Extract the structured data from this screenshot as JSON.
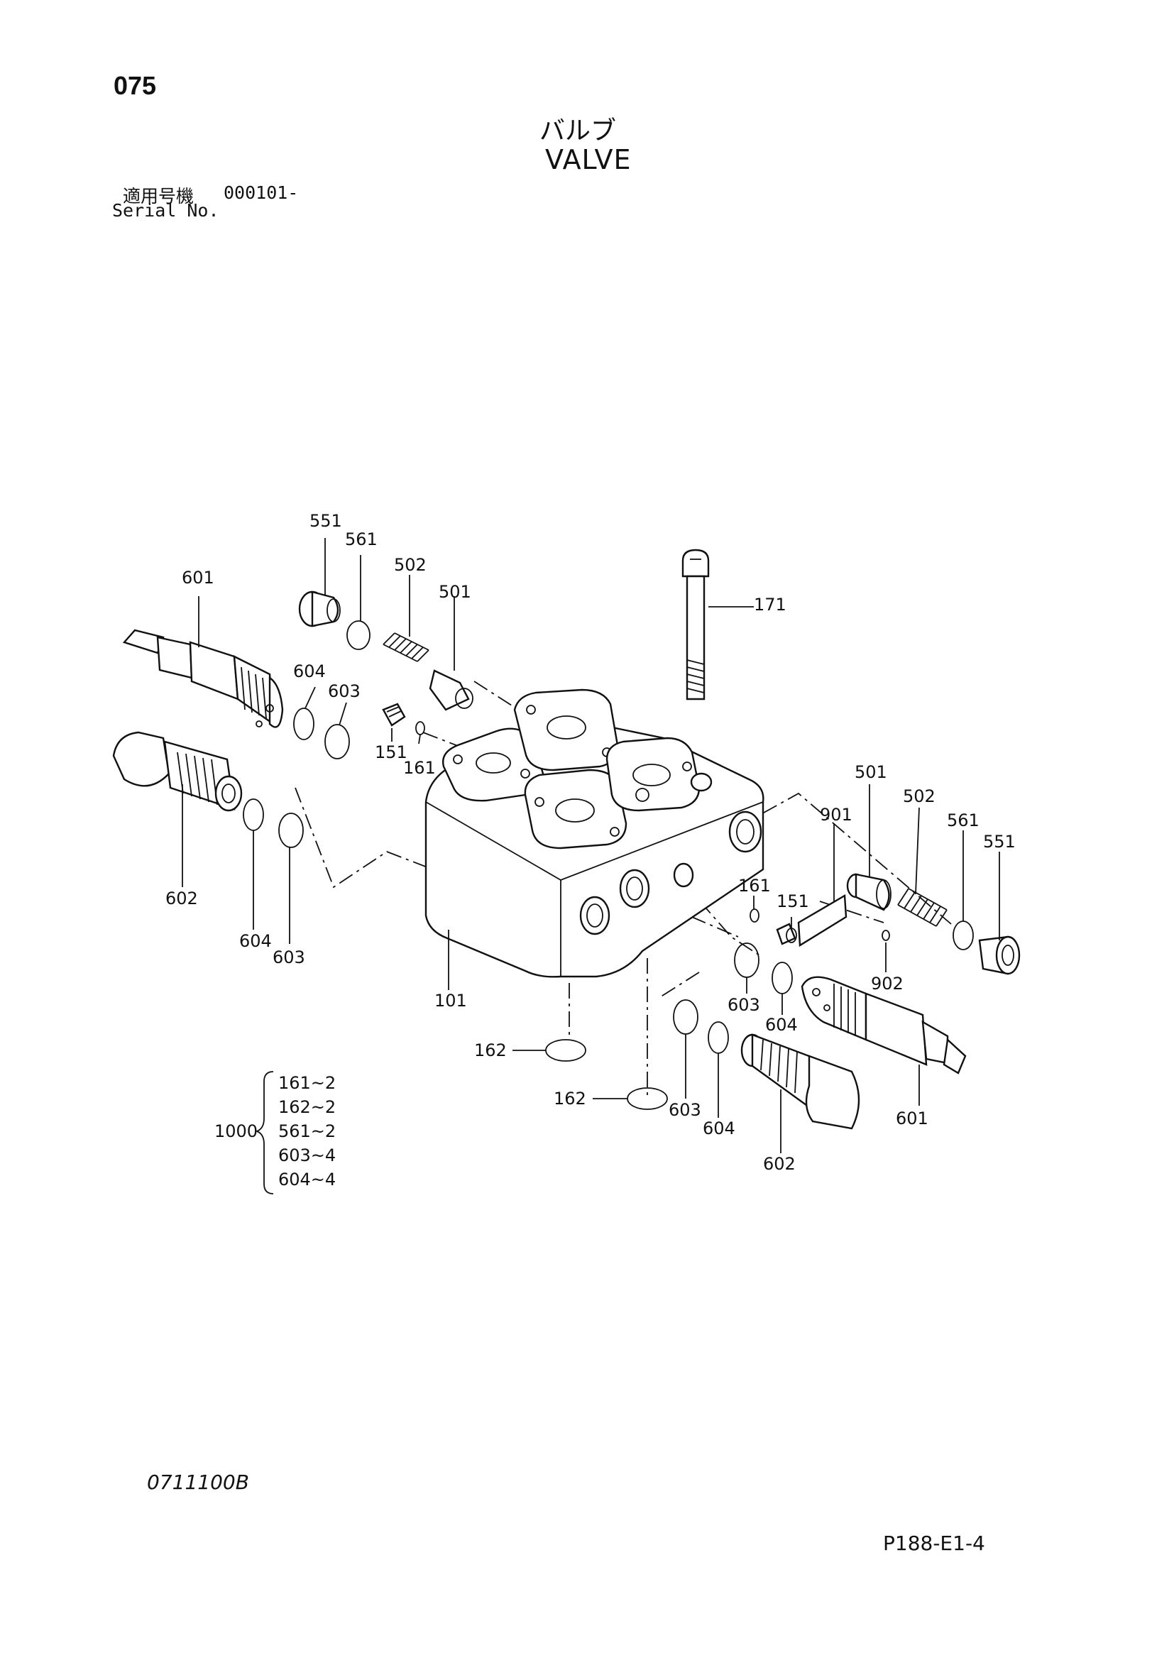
{
  "header": {
    "page_number": "075",
    "title_jp": "バルブ",
    "title_en": "VALVE",
    "serial_label_jp": "適用号機",
    "serial_value": "000101-",
    "serial_label_en": "Serial No."
  },
  "callouts": {
    "c551_left": "551",
    "c561_left": "561",
    "c502_left": "502",
    "c501_left": "501",
    "c601_left": "601",
    "c604_upper": "604",
    "c603_upper": "603",
    "c151_left": "151",
    "c161_left": "161",
    "c602_left": "602",
    "c604_lower": "604",
    "c603_lower": "603",
    "c171": "171",
    "c501_right": "501",
    "c502_right": "502",
    "c901": "901",
    "c561_right": "561",
    "c551_right": "551",
    "c161_right": "161",
    "c151_right": "151",
    "c902": "902",
    "c101": "101",
    "c603_mid": "603",
    "c604_mid": "604",
    "c162_upper": "162",
    "c162_lower": "162",
    "c603_bottom": "603",
    "c604_bottom": "604",
    "c602_right": "602",
    "c601_right": "601"
  },
  "kit": {
    "number": "1000",
    "items": [
      "161~2",
      "162~2",
      "561~2",
      "603~4",
      "604~4"
    ]
  },
  "footer": {
    "drawing_code": "0711100B",
    "page_code": "P188-E1-4"
  }
}
